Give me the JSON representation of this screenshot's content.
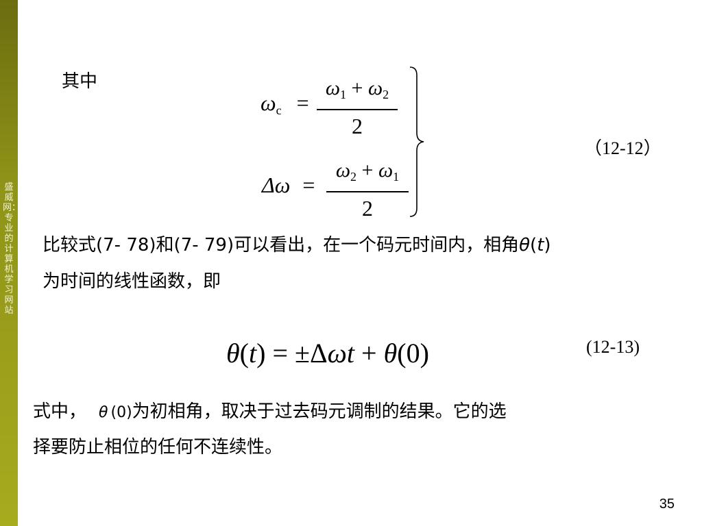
{
  "sidebar": {
    "text": "盛威网：专业的计算机学习网站"
  },
  "intro": "其中",
  "eq12_12": {
    "line1_lhs": "ω",
    "line1_lhs_sub": "c",
    "line1_eq": "=",
    "line1_num_a": "ω",
    "line1_num_a_sub": "1",
    "line1_num_plus": "+",
    "line1_num_b": "ω",
    "line1_num_b_sub": "2",
    "line1_den": "2",
    "line2_lhs": "Δω",
    "line2_eq": "=",
    "line2_num_a": "ω",
    "line2_num_a_sub": "2",
    "line2_num_plus": "+",
    "line2_num_b": "ω",
    "line2_num_b_sub": "1",
    "line2_den": "2",
    "label": "（12-12）"
  },
  "para1": {
    "line1_pre": "比较式(7- 78)和(7- 79)可以看出，在一个码元时间内，相角",
    "theta": "θ",
    "paren_open": "(",
    "t": "t",
    "paren_close": ")",
    "line2": "为时间的线性函数，即"
  },
  "eq12_13": {
    "theta1": "θ",
    "p1": "(",
    "t": "t",
    "p2": ")",
    "eq": " = ±Δ",
    "omega": "ω",
    "t2": "t",
    "plus": " + ",
    "theta2": "θ",
    "zero": "(0)",
    "label": "(12-13)"
  },
  "para2": {
    "pre": "式中，",
    "theta": "θ",
    "zero": "(0)",
    "line1_post": "为初相角，取决于过去码元调制的结果。它的选",
    "line2": "择要防止相位的任何不连续性。"
  },
  "page_number": "35"
}
